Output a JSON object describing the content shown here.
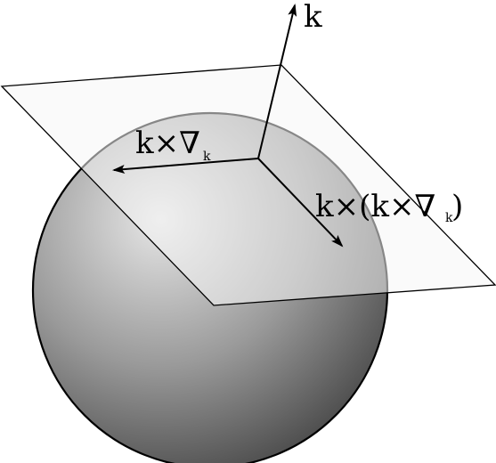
{
  "labels": {
    "k": "k",
    "k_cross_nabla": {
      "k": "k",
      "cross": "×",
      "nabla": "∇",
      "sub": "k"
    },
    "k_cross_k_cross_nabla": {
      "k1": "k",
      "cross1": "×",
      "open_paren": "(",
      "k2": "k",
      "cross2": "×",
      "nabla": "∇",
      "sub": "k",
      "close_paren": ")"
    }
  },
  "colors": {
    "sphere_highlight": "#e6e6e6",
    "sphere_mid": "#9a9a9a",
    "sphere_shadow": "#4e4e4e",
    "plane_fill": "#f5f5f5",
    "stroke": "#000000"
  }
}
